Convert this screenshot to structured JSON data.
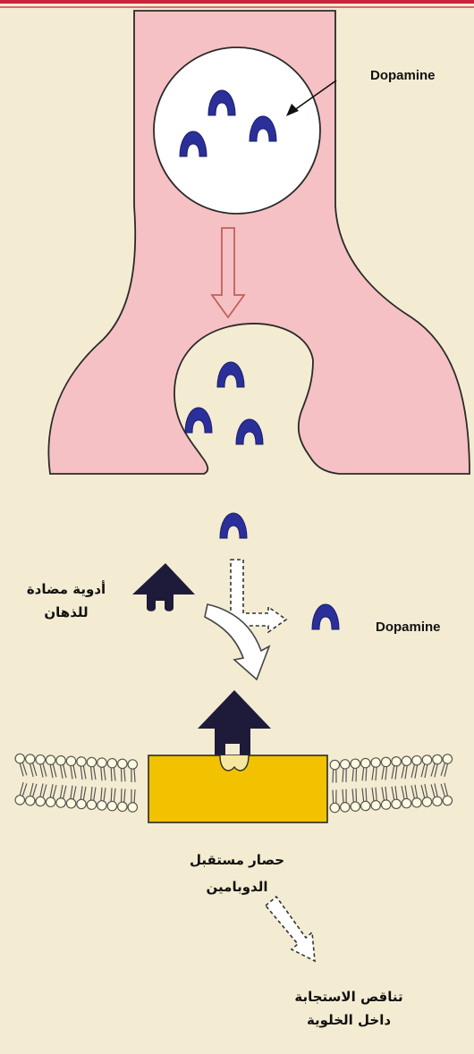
{
  "labels": {
    "dopamine_top": "Dopamine",
    "dopamine_side": "Dopamine",
    "antipsychotic_line1": "أدوية مضادة",
    "antipsychotic_line2": "للذهان",
    "receptor_block_line1": "حصار مستقبل",
    "receptor_block_line2": "الدوبامين",
    "cell_response_line1": "تناقص الاستجابة",
    "cell_response_line2": "داخل الخلوية"
  },
  "colors": {
    "background": "#f4ecd2",
    "neuron": "#f6c1c4",
    "vesicle": "#ffffff",
    "dopamine": "#2b2f9a",
    "antipsychotic": "#1e1b3a",
    "receptor": "#f2c200",
    "membrane_head": "#fffbe0",
    "top_bar": "#c8243a"
  }
}
